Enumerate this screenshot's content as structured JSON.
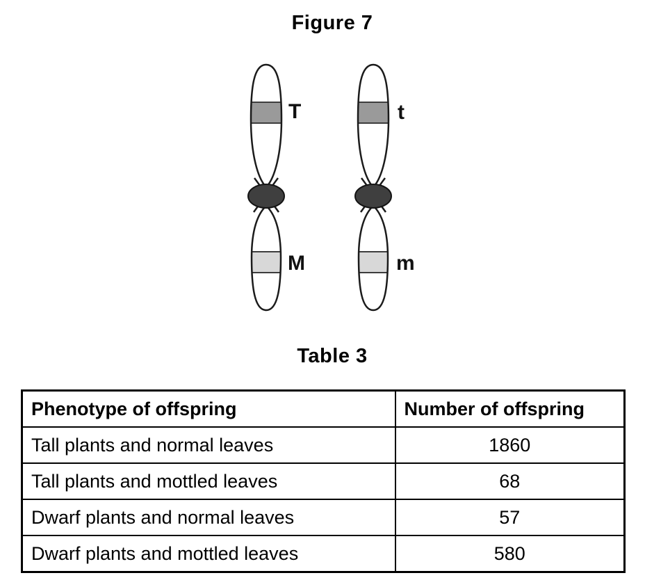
{
  "figure": {
    "title": "Figure 7"
  },
  "diagram": {
    "description": "Two homologous chromosomes, each with a dark band on the upper arm and a light band on the lower arm, joined by a dark centromere",
    "chromosomes": [
      {
        "position": "left",
        "top_band_label": "T",
        "bottom_band_label": "M"
      },
      {
        "position": "right",
        "top_band_label": "t",
        "bottom_band_label": "m"
      }
    ],
    "colors": {
      "top_band": "#9a9a9a",
      "bottom_band": "#d8d8d8",
      "band_edge": "#3d3d3d",
      "centromere": "#3f3f3f",
      "outline": "#1b1b1b"
    }
  },
  "table": {
    "title": "Table 3",
    "headers": [
      "Phenotype of offspring",
      "Number of offspring"
    ],
    "rows": [
      {
        "phenotype": "Tall plants and normal leaves",
        "number": "1860"
      },
      {
        "phenotype": "Tall plants and mottled leaves",
        "number": "68"
      },
      {
        "phenotype": "Dwarf plants and normal leaves",
        "number": "57"
      },
      {
        "phenotype": "Dwarf plants and mottled leaves",
        "number": "580"
      }
    ]
  }
}
